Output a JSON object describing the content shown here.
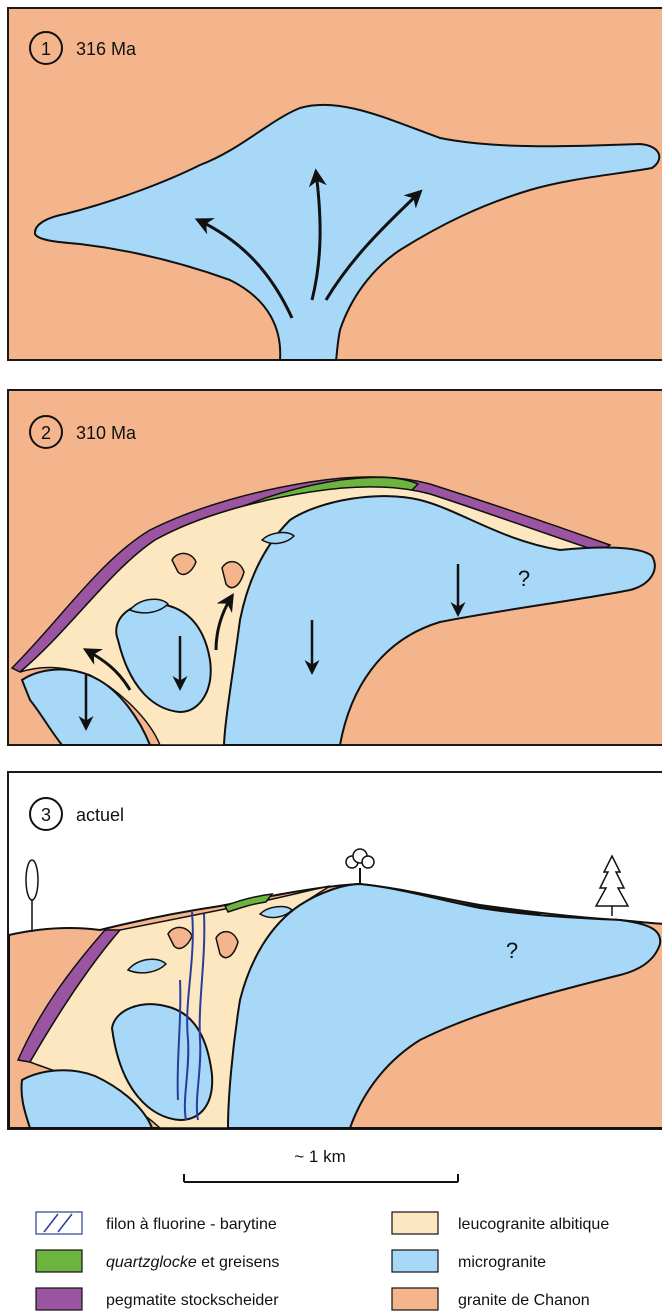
{
  "panels": [
    {
      "number": "1",
      "label": "316 Ma"
    },
    {
      "number": "2",
      "label": "310 Ma",
      "question": "?"
    },
    {
      "number": "3",
      "label": "actuel",
      "question": "?"
    }
  ],
  "scale_bar": {
    "label": "~ 1 km"
  },
  "legend": [
    {
      "key": "fluorite-barytine-vein",
      "label": "filon à fluorine - barytine",
      "color": "#ffffff"
    },
    {
      "key": "quartzglocke",
      "label_italic": "quartzglocke",
      "label_rest": " et greisens",
      "color": "#6db33f"
    },
    {
      "key": "pegmatite",
      "label": "pegmatite stockscheider",
      "color": "#9b55a0"
    },
    {
      "key": "leucogranite",
      "label": "leucogranite albitique",
      "color": "#fde7c0"
    },
    {
      "key": "microgranite",
      "label": "microgranite",
      "color": "#a7d8f7"
    },
    {
      "key": "granite-chanon",
      "label": "granite de Chanon",
      "color": "#f4b58d"
    }
  ],
  "colors": {
    "granite": "#f4b58d",
    "microgranite": "#a7d8f7",
    "leucogranite": "#fde7c0",
    "quartzglocke": "#6db33f",
    "pegmatite": "#9b55a0",
    "vein": "#2b3d9c"
  },
  "icons": [
    "poplar-tree-icon",
    "oak-tree-icon",
    "fir-tree-icon",
    "upward-flow-arrow-icon",
    "downward-arrow-icon"
  ]
}
